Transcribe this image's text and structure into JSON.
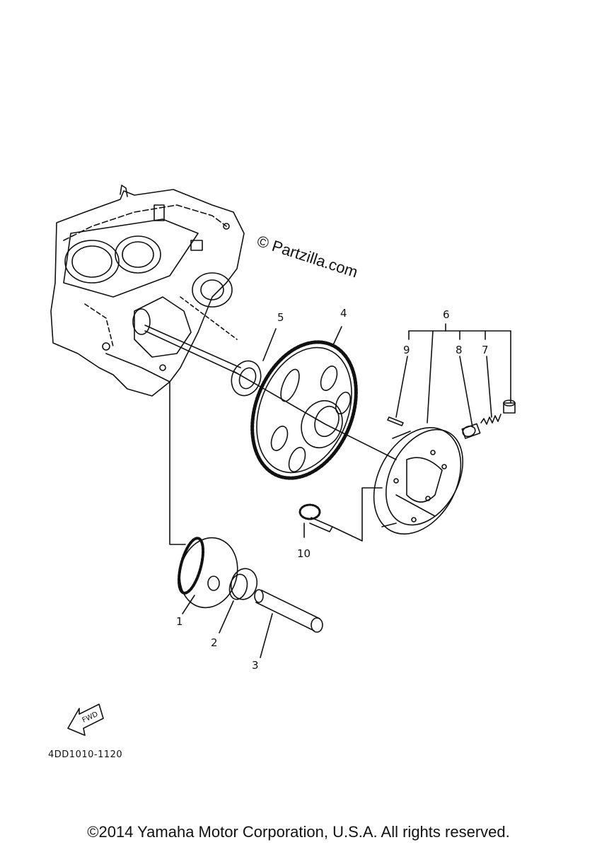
{
  "watermark": "© Partzilla.com",
  "callouts": {
    "c1": "1",
    "c2": "2",
    "c3": "3",
    "c4": "4",
    "c5": "5",
    "c6": "6",
    "c7": "7",
    "c8": "8",
    "c9": "9",
    "c10": "10"
  },
  "fwd_label": "FWD",
  "diagram_code": "4DD1010-1120",
  "copyright": "©2014 Yamaha Motor Corporation, U.S.A. All rights reserved.",
  "colors": {
    "ink": "#111111",
    "paper": "#ffffff"
  }
}
